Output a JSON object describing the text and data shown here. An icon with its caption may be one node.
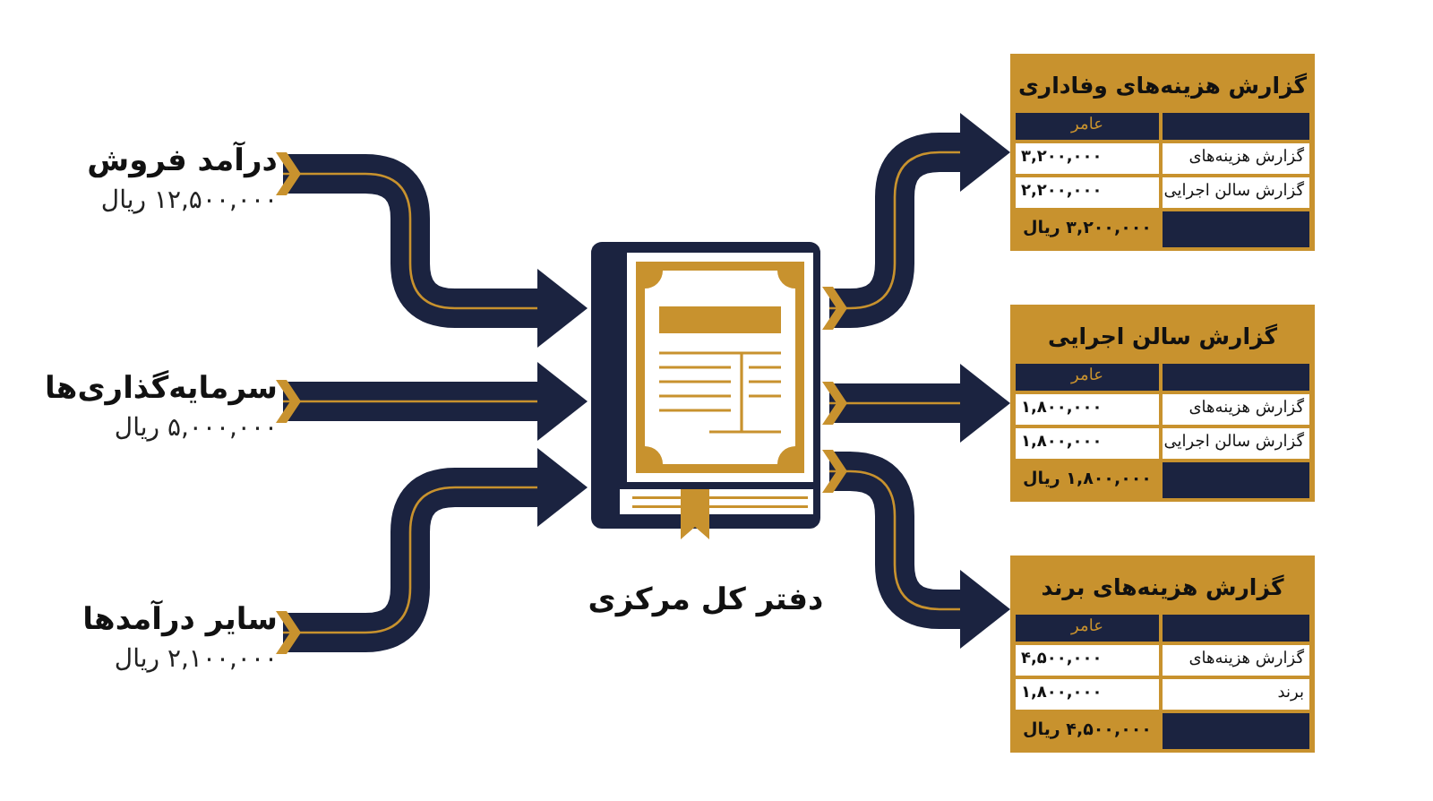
{
  "diagram": {
    "nodes": [
      {
        "text": [
          "درآمد فروش",
          "۱۲,۵۰۰,۰۰۰ ریال"
        ]
      },
      {
        "text": [
          "سرمایه‌گذاری‌ها",
          "۵,۰۰۰,۰۰۰ ریال"
        ]
      },
      {
        "text": [
          "سایر درآمدها",
          "۲,۱۰۰,۰۰۰ ریال"
        ]
      },
      {
        "text": [
          "دفتر کل مرکزی"
        ]
      },
      {
        "text": [
          "گزارش هزینه‌های وفاداری",
          "عامر",
          "گزارش هزینه‌های",
          "۳,۲۰۰,۰۰۰",
          "گزارش سالن اجرایی",
          "۲,۲۰۰,۰۰۰",
          "۳,۲۰۰,۰۰۰ ریال"
        ]
      },
      {
        "text": [
          "گزارش سالن اجرایی",
          "عامر",
          "گزارش هزینه‌های",
          "۱,۸۰۰,۰۰۰",
          "گزارش سالن اجرایی",
          "۱,۸۰۰,۰۰۰",
          "۱,۸۰۰,۰۰۰ ریال"
        ]
      },
      {
        "text": [
          "گزارش هزینه‌های برند",
          "عامر",
          "گزارش هزینه‌های",
          "۴,۵۰۰,۰۰۰",
          "برند",
          "۱,۸۰۰,۰۰۰",
          "۴,۵۰۰,۰۰۰ ریال"
        ]
      }
    ],
    "edges": [
      {
        "from": 0,
        "to": 3,
        "arrow": "to"
      },
      {
        "from": 1,
        "to": 3,
        "arrow": "to"
      },
      {
        "from": 2,
        "to": 3,
        "arrow": "to"
      },
      {
        "from": 3,
        "to": 4,
        "arrow": "to"
      },
      {
        "from": 3,
        "to": 5,
        "arrow": "to"
      },
      {
        "from": 3,
        "to": 6,
        "arrow": "to"
      }
    ]
  }
}
